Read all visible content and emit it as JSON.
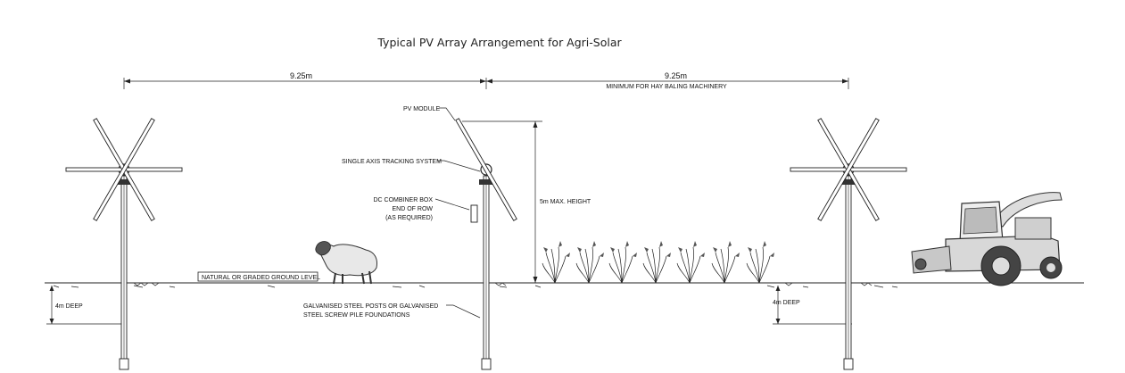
{
  "title": "Typical PV Array Arrangement for Agri-Solar",
  "dimensions": {
    "spacing_left": "9.25m",
    "spacing_right": "9.25m",
    "spacing_right_note": "MINIMUM FOR HAY BALING MACHINERY",
    "height": "5m MAX. HEIGHT",
    "depth_left": "4m DEEP",
    "depth_right": "4m DEEP"
  },
  "labels": {
    "pv_module": "PV MODULE",
    "tracking": "SINGLE AXIS TRACKING SYSTEM",
    "combiner_1": "DC COMBINER BOX",
    "combiner_2": "END OF ROW",
    "combiner_3": "(AS REQUIRED)",
    "ground": "NATURAL OR GRADED GROUND LEVEL",
    "posts_1": "GALVANISED STEEL POSTS OR GALVANISED",
    "posts_2": "STEEL SCREW PILE FOUNDATIONS"
  },
  "icons": [
    "sheep-icon",
    "crop-plant-icon",
    "forage-harvester-icon"
  ]
}
